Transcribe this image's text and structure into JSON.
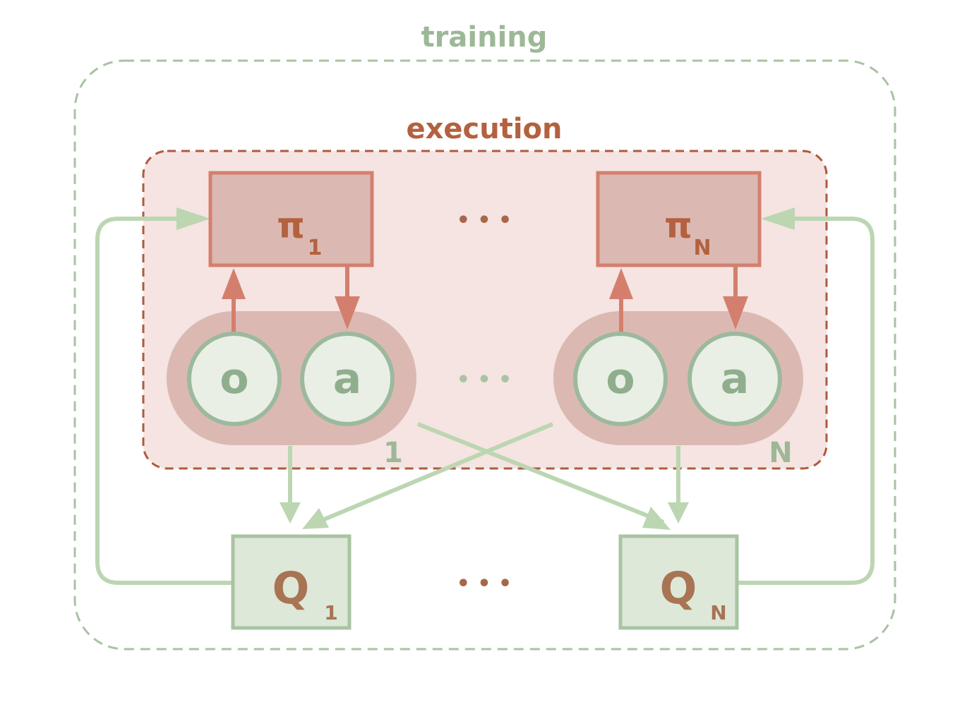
{
  "training": {
    "label": "training"
  },
  "execution": {
    "label": "execution"
  },
  "agents": [
    {
      "policy": "π",
      "policy_sub": "1",
      "obs": "o",
      "act": "a",
      "group_label": "1",
      "critic": "Q",
      "critic_sub": "1"
    },
    {
      "policy": "π",
      "policy_sub": "N",
      "obs": "o",
      "act": "a",
      "group_label": "N",
      "critic": "Q",
      "critic_sub": "N"
    }
  ],
  "ellipsis": "• • •",
  "colors": {
    "training": "#9db897",
    "execution_border": "#b0593f",
    "execution_fill": "#f5e4e1",
    "policy_fill": "#dbb9b2",
    "policy_stroke": "#d47f6e",
    "policy_text": "#b3613f",
    "circle_fill": "#e9efe5",
    "circle_stroke": "#9cb99d",
    "green_arrow": "#bcd6b2",
    "critic_fill": "#dde8d8",
    "critic_stroke": "#a8c4a2",
    "critic_text": "#a87454"
  }
}
